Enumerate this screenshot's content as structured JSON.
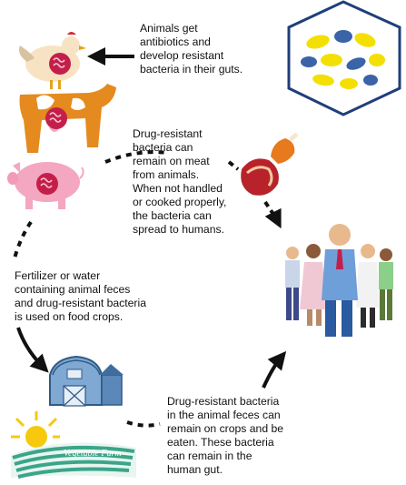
{
  "captions": {
    "antibiotics": [
      "Animals get",
      "antibiotics and",
      "develop resistant",
      "bacteria in their guts."
    ],
    "meat": [
      "Drug-resistant",
      "bacteria can",
      "remain on meat",
      "from animals.",
      "When not handled",
      "or cooked properly,",
      "the bacteria can",
      "spread to humans."
    ],
    "fertilizer": [
      "Fertilizer or water",
      "containing animal feces",
      "and drug-resistant bacteria",
      "is used on food crops."
    ],
    "crops": [
      "Drug-resistant bacteria",
      "in the animal feces can",
      "remain on crops and be",
      "eaten. These bacteria",
      "can remain in the",
      "human gut."
    ]
  },
  "farm": {
    "label": "Vegetable Farm"
  },
  "icons": [
    "pills-hexagon-icon",
    "chicken-icon",
    "cow-icon",
    "pig-icon",
    "meat-icon",
    "people-group-icon",
    "barn-icon",
    "sun-icon",
    "crop-field-icon"
  ],
  "colors": {
    "arrow": "#111111",
    "hexagon": "#1f3f7a",
    "pill_yellow": "#f3e000",
    "pill_blue": "#3a63a8",
    "cow": "#e58a1e",
    "pig": "#f4a7c0",
    "gut": "#c41f4a",
    "barn": "#5b88b8",
    "field": "#3aa58a"
  }
}
